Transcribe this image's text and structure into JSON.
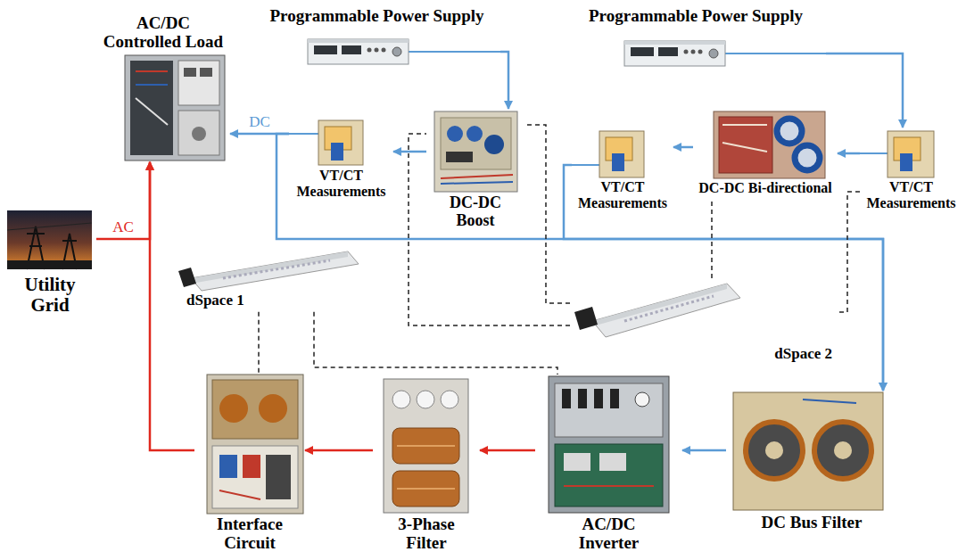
{
  "diagram": {
    "nodes": [
      {
        "text": [
          "Programmable Power Supply"
        ]
      },
      {
        "text": [
          "Programmable Power Supply"
        ]
      },
      {
        "text": [
          "AC/DC Controlled Load"
        ]
      },
      {
        "text": [
          "VT/CT Measurements"
        ]
      },
      {
        "text": [
          "DC-DC Boost"
        ]
      },
      {
        "text": [
          "VT/CT Measurements"
        ]
      },
      {
        "text": [
          "DC-DC Bi-directional"
        ]
      },
      {
        "text": [
          "VT/CT Measurements"
        ]
      },
      {
        "text": [
          "Utility Grid"
        ]
      },
      {
        "text": [
          "dSpace 1"
        ]
      },
      {
        "text": [
          "dSpace 2"
        ]
      },
      {
        "text": [
          "Interface Circuit"
        ]
      },
      {
        "text": [
          "3-Phase Filter"
        ]
      },
      {
        "text": [
          "AC/DC Inverter"
        ]
      },
      {
        "text": [
          "DC Bus Filter"
        ]
      }
    ],
    "edges": [
      {
        "from": 0,
        "to": 4,
        "arrow": "to"
      },
      {
        "from": 1,
        "to": 7,
        "arrow": "to"
      },
      {
        "from": 7,
        "to": 6,
        "arrow": "to"
      },
      {
        "from": 6,
        "to": 5,
        "arrow": "to"
      },
      {
        "from": 4,
        "to": 3,
        "arrow": "to"
      },
      {
        "from": 3,
        "to": 2,
        "label": "DC",
        "arrow": "to"
      },
      {
        "from": 3,
        "to": 14,
        "arrow": "to"
      },
      {
        "from": 5,
        "to": 14,
        "arrow": "to"
      },
      {
        "from": 14,
        "to": 13,
        "arrow": "to"
      },
      {
        "from": 13,
        "to": 12,
        "arrow": "to"
      },
      {
        "from": 12,
        "to": 11,
        "arrow": "to"
      },
      {
        "from": 11,
        "to": 2,
        "arrow": "to"
      },
      {
        "from": 8,
        "to": 2,
        "label": "AC",
        "arrow": "to"
      },
      {
        "from": 10,
        "to": 4,
        "arrow": "none"
      },
      {
        "from": 10,
        "to": 4,
        "arrow": "none"
      },
      {
        "from": 10,
        "to": 6,
        "arrow": "none"
      },
      {
        "from": 10,
        "to": 7,
        "arrow": "none"
      },
      {
        "from": 9,
        "to": 11,
        "arrow": "none"
      },
      {
        "from": 9,
        "to": 13,
        "arrow": "none"
      }
    ]
  }
}
